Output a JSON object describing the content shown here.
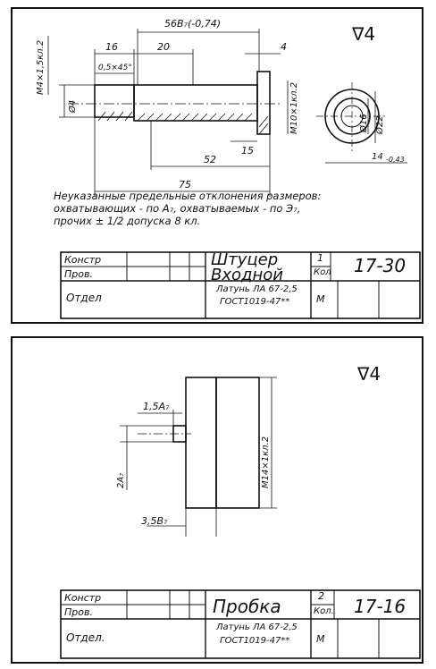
{
  "sheet1": {
    "roughness": "∇4",
    "dims": {
      "overall_top": "56B₇(-0,74)",
      "d16": "16",
      "d20": "20",
      "chamfer": "0,5×45°",
      "d4": "4",
      "thread_left": "M4×1,5кл.2",
      "dia4": "Ø4",
      "thread_right": "M10×1кл.2",
      "d15": "15",
      "d52": "52",
      "d75": "75",
      "dia16": "Ø16",
      "dia22": "Ø22",
      "d14": "14",
      "d14_tol": "-0,43"
    },
    "note": [
      "Неуказанные предельные отклонения размеров:",
      "охватывающих - по A₇, охватываемых - по Э₇,",
      "прочих ± 1/2 допуска 8 кл."
    ],
    "table": {
      "role1": "Констр",
      "role2": "Пров.",
      "dept": "Отдел",
      "title_line1": "Штуцер",
      "title_line2": "Входной",
      "qty": "1",
      "qty_label": "Кол",
      "number": "17-30",
      "material_line1": "Латунь ЛА 67-2,5",
      "material_line2": "ГОСТ1019-47**",
      "scale_label": "М"
    }
  },
  "sheet2": {
    "roughness": "∇4",
    "dims": {
      "a7": "1,5A₇",
      "thread": "M14×1кл.2",
      "two_a7": "2A₇",
      "b7": "3,5B₇"
    },
    "table": {
      "role1": "Констр",
      "role2": "Пров.",
      "dept": "Отдел.",
      "title": "Пробка",
      "qty": "2",
      "qty_label": "Кол.",
      "number": "17-16",
      "material_line1": "Латунь ЛА 67-2,5",
      "material_line2": "ГОСТ1019-47**",
      "scale_label": "М"
    }
  }
}
